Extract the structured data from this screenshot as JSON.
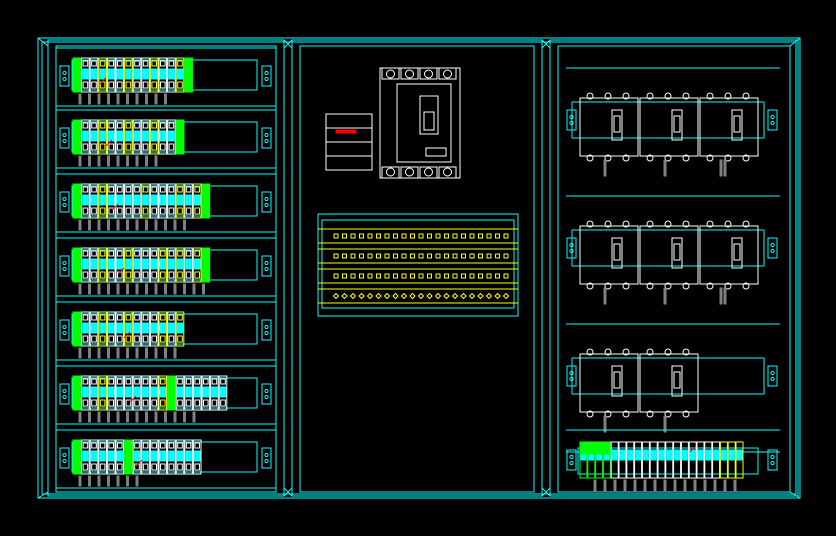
{
  "colors": {
    "background": "#000000",
    "frame": "#00ffff",
    "breaker": "#ffffff",
    "rcd": "#00ff00",
    "label": "#ffff00",
    "terminal": "#00ffff",
    "lead": "#808080",
    "red": "#ff0000"
  },
  "left_panel": {
    "rails": [
      {
        "units": [
          "g",
          "c",
          "c",
          "y",
          "c",
          "c",
          "y",
          "c",
          "c",
          "y",
          "c",
          "c",
          "y",
          "g"
        ],
        "lead_count": 10
      },
      {
        "units": [
          "g",
          "c",
          "c",
          "y",
          "c",
          "c",
          "y",
          "c",
          "c",
          "y",
          "c",
          "c",
          "g"
        ],
        "lead_count": 9
      },
      {
        "units": [
          "g",
          "c",
          "c",
          "y",
          "c",
          "c",
          "c",
          "c",
          "y",
          "c",
          "c",
          "c",
          "y",
          "c",
          "y",
          "g"
        ],
        "lead_count": 12
      },
      {
        "units": [
          "g",
          "c",
          "c",
          "y",
          "c",
          "c",
          "y",
          "c",
          "c",
          "c",
          "y",
          "c",
          "y",
          "c",
          "y",
          "g"
        ],
        "lead_count": 14
      },
      {
        "units": [
          "g",
          "c",
          "c",
          "y",
          "c",
          "c",
          "y",
          "c",
          "c",
          "c",
          "y",
          "c",
          "y"
        ],
        "lead_count": 11
      },
      {
        "units": [
          "g",
          "c",
          "c",
          "y",
          "c",
          "c",
          "c",
          "c",
          "c",
          "c",
          "y",
          "g",
          "c",
          "c",
          "c",
          "c",
          "c",
          "c"
        ],
        "lead_count": 13
      },
      {
        "units": [
          "g",
          "c",
          "c",
          "c",
          "c",
          "c",
          "g",
          "c",
          "c",
          "c",
          "c",
          "c",
          "c",
          "c",
          "c"
        ],
        "lead_count": 7
      }
    ]
  },
  "middle_panel": {
    "main_breaker_poles": 4,
    "busbar_rows": 4,
    "busbar_dots": 21
  },
  "right_panel": {
    "mccb_rows": [
      {
        "poles": 3
      },
      {
        "poles": 3
      },
      {
        "poles": 2
      }
    ],
    "bottom_rail": {
      "units": [
        "g",
        "g",
        "g",
        "g",
        "c",
        "c",
        "c",
        "c",
        "c",
        "c",
        "c",
        "c",
        "c",
        "c",
        "c",
        "c",
        "c",
        "c",
        "y",
        "y",
        "y"
      ],
      "lead_count": 15
    }
  }
}
